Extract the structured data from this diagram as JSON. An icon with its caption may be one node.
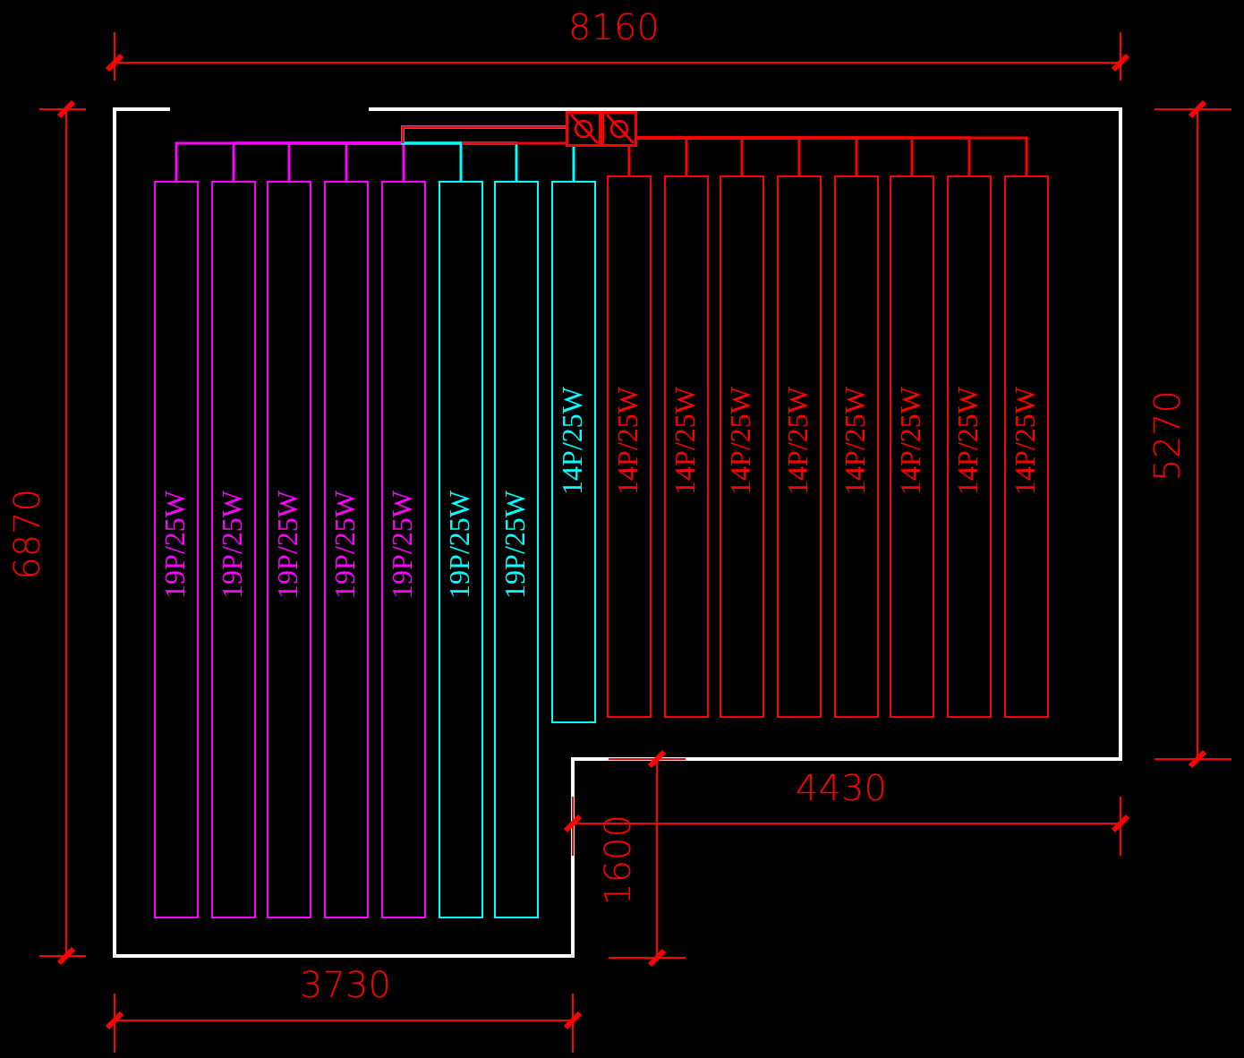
{
  "diagram": {
    "nodes": [
      {
        "text": [],
        "shape": "box"
      },
      {
        "text": [],
        "shape": "box"
      },
      {
        "text": [
          "19P/25W"
        ]
      },
      {
        "text": [
          "19P/25W"
        ]
      },
      {
        "text": [
          "19P/25W"
        ]
      },
      {
        "text": [
          "19P/25W"
        ]
      },
      {
        "text": [
          "19P/25W"
        ]
      },
      {
        "text": [
          "19P/25W"
        ]
      },
      {
        "text": [
          "19P/25W"
        ]
      },
      {
        "text": [
          "14P/25W"
        ]
      },
      {
        "text": [
          "14P/25W"
        ]
      },
      {
        "text": [
          "14P/25W"
        ]
      },
      {
        "text": [
          "14P/25W"
        ]
      },
      {
        "text": [
          "14P/25W"
        ]
      },
      {
        "text": [
          "14P/25W"
        ]
      },
      {
        "text": [
          "14P/25W"
        ]
      },
      {
        "text": [
          "14P/25W"
        ]
      },
      {
        "text": [
          "14P/25W"
        ]
      }
    ],
    "edges": [
      {
        "from": 0,
        "to": 2,
        "arrow": "none",
        "color": "#ff00ff"
      },
      {
        "from": 0,
        "to": 3,
        "arrow": "none",
        "color": "#ff00ff"
      },
      {
        "from": 0,
        "to": 4,
        "arrow": "none",
        "color": "#ff00ff"
      },
      {
        "from": 0,
        "to": 5,
        "arrow": "none",
        "color": "#ff00ff"
      },
      {
        "from": 0,
        "to": 6,
        "arrow": "none",
        "color": "#ff00ff"
      },
      {
        "from": 0,
        "to": 7,
        "arrow": "none",
        "color": "#00ffff"
      },
      {
        "from": 0,
        "to": 8,
        "arrow": "none",
        "color": "#00ffff"
      },
      {
        "from": 0,
        "to": 9,
        "arrow": "none",
        "color": "#00ffff"
      },
      {
        "from": 1,
        "to": 10,
        "arrow": "none"
      },
      {
        "from": 1,
        "to": 11,
        "arrow": "none"
      },
      {
        "from": 1,
        "to": 12,
        "arrow": "none"
      },
      {
        "from": 1,
        "to": 13,
        "arrow": "none"
      },
      {
        "from": 1,
        "to": 14,
        "arrow": "none"
      },
      {
        "from": 1,
        "to": 15,
        "arrow": "none"
      },
      {
        "from": 1,
        "to": 16,
        "arrow": "none"
      },
      {
        "from": 1,
        "to": 17,
        "arrow": "none"
      }
    ],
    "labels": [
      "8160",
      "6870",
      "5270",
      "4430",
      "1600",
      "3730"
    ]
  }
}
